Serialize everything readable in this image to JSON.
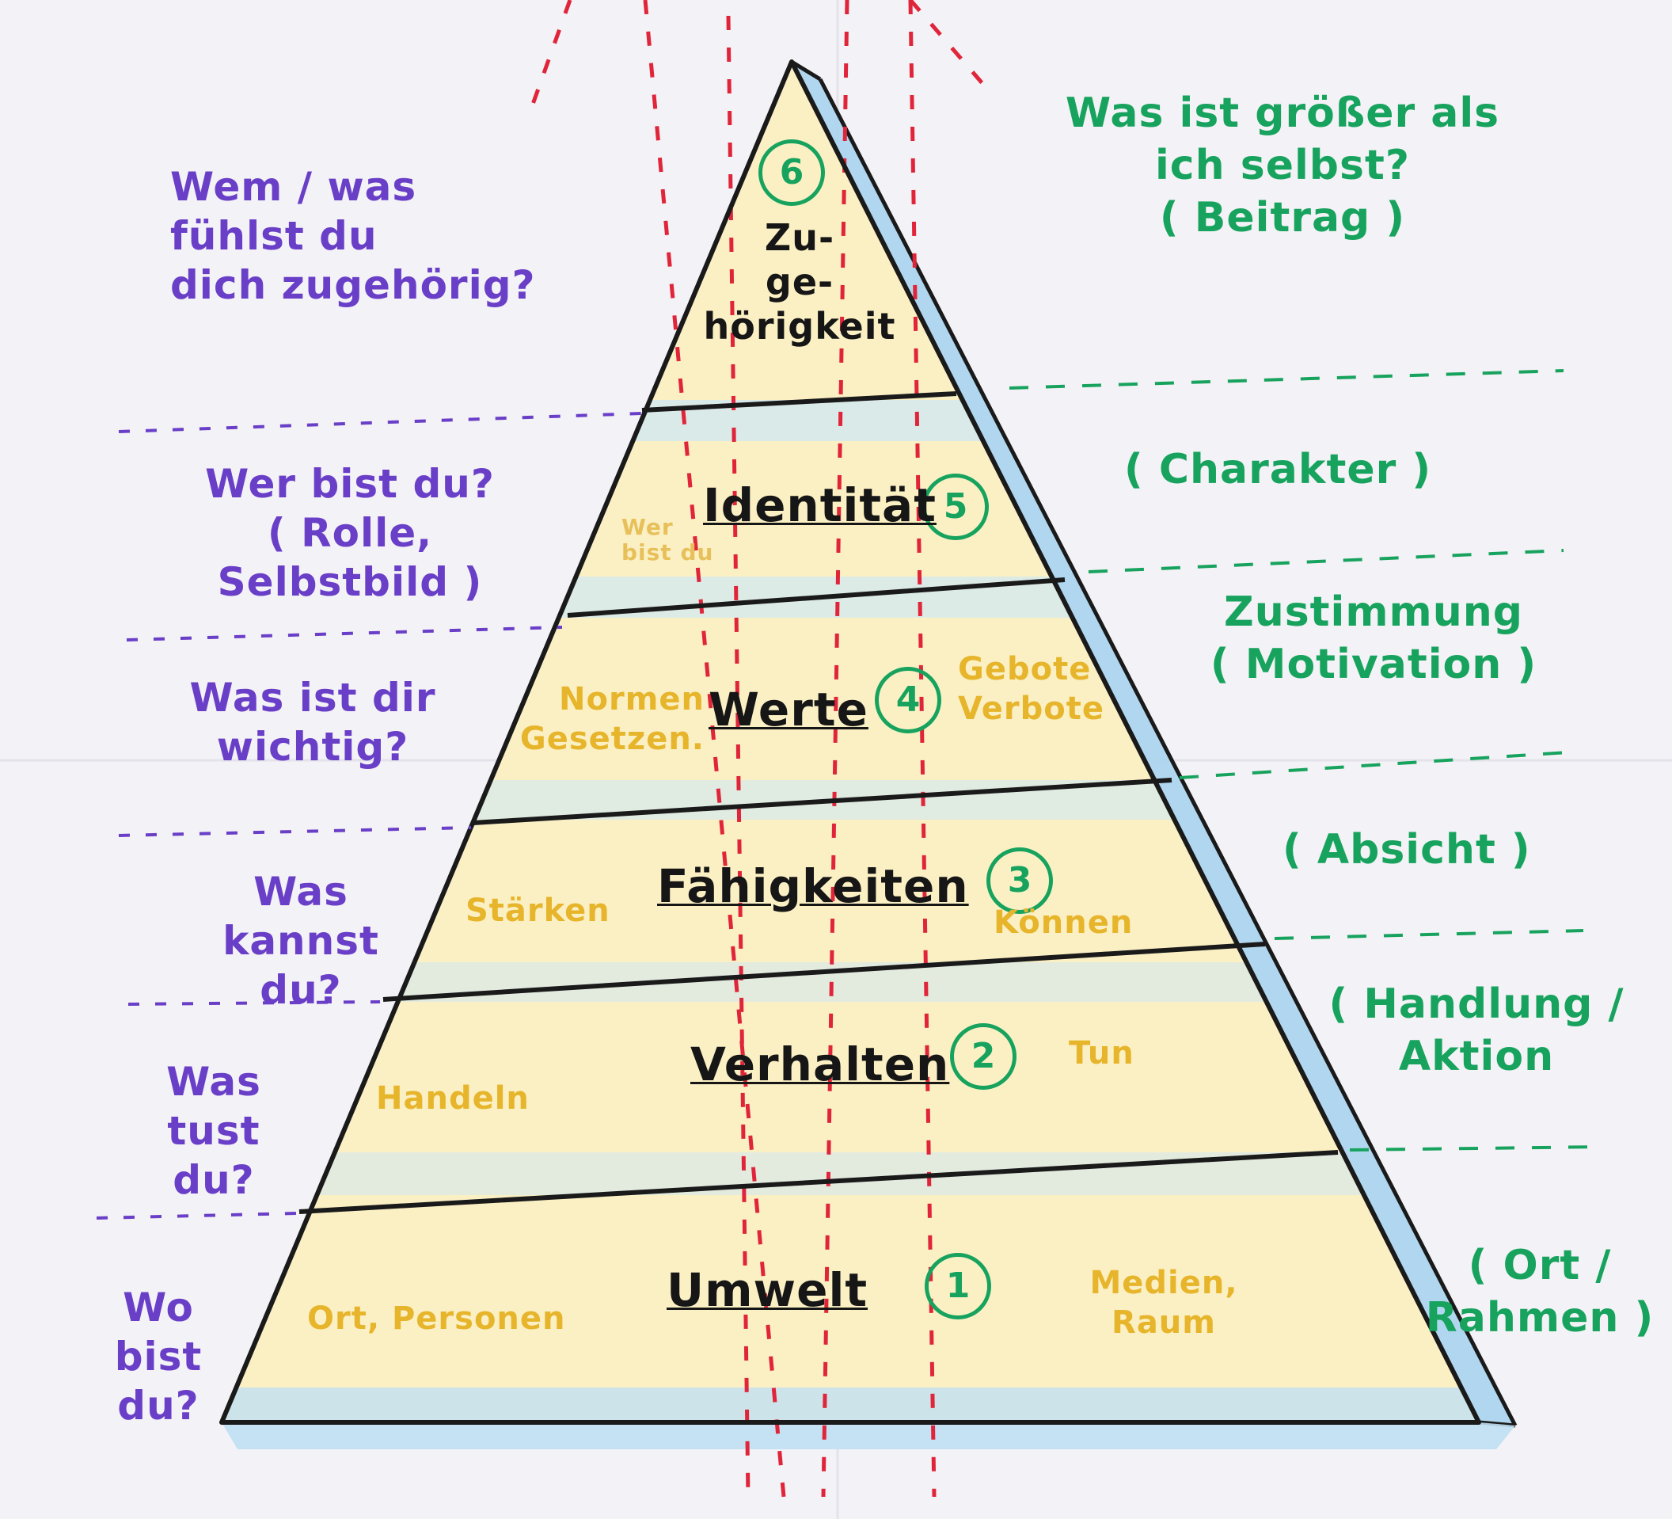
{
  "levels": [
    {
      "number": "6",
      "name": "Zu-\nge-\nhörigkeit",
      "question": "Wem / was\nfühlst du\ndich zugehörig?",
      "right": "Was ist größer als\nich selbst?\n( Beitrag )",
      "left_note": "",
      "right_note": ""
    },
    {
      "number": "5",
      "name": "Identität",
      "question": "Wer bist du?\n( Rolle, Selbstbild )",
      "right": "( Charakter )",
      "left_note": "Wer\nbist du",
      "right_note": ""
    },
    {
      "number": "4",
      "name": "Werte",
      "question": "Was ist dir\nwichtig?",
      "right": "Zustimmung\n( Motivation )",
      "left_note": "Normen\nGesetzen.",
      "right_note": "Gebote\nVerbote"
    },
    {
      "number": "3",
      "name": "Fähigkeiten",
      "question": "Was kannst\ndu?",
      "right": "( Absicht )",
      "left_note": "Stärken",
      "right_note": "Können"
    },
    {
      "number": "2",
      "name": "Verhalten",
      "question": "Was\ntust\ndu?",
      "right": "( Handlung /\nAktion",
      "left_note": "Handeln",
      "right_note": "Tun"
    },
    {
      "number": "1",
      "name": "Umwelt",
      "question": "Wo\nbist\ndu?",
      "right": "( Ort /\nRahmen )",
      "left_note": "Ort, Personen",
      "right_note": "Medien,\nRaum"
    }
  ],
  "colors": {
    "question_text": "#6a3fc8",
    "right_text": "#17a35e",
    "notes": "#e7b52b",
    "level_names": "#161616",
    "pyramid_fill": "#fbf0c4",
    "outline": "#1a1a1a",
    "shadow": "#a9d4ee",
    "red_dashes": "#e0253a"
  }
}
